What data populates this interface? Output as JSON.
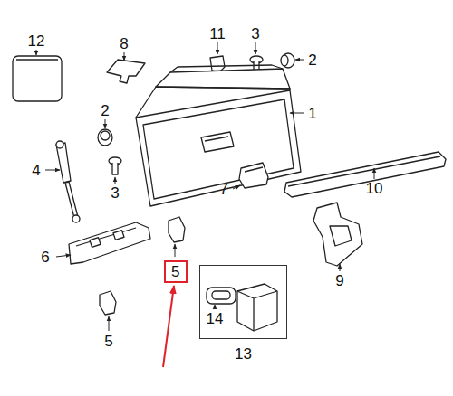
{
  "diagram": {
    "nodes": [
      {
        "text": [
          "5"
        ]
      },
      {
        "text": [
          "13"
        ]
      }
    ],
    "labels": [
      "12",
      "8",
      "11",
      "3",
      "2",
      "1",
      "2",
      "4",
      "3",
      "7",
      "10",
      "6",
      "9",
      "14",
      "5"
    ]
  }
}
